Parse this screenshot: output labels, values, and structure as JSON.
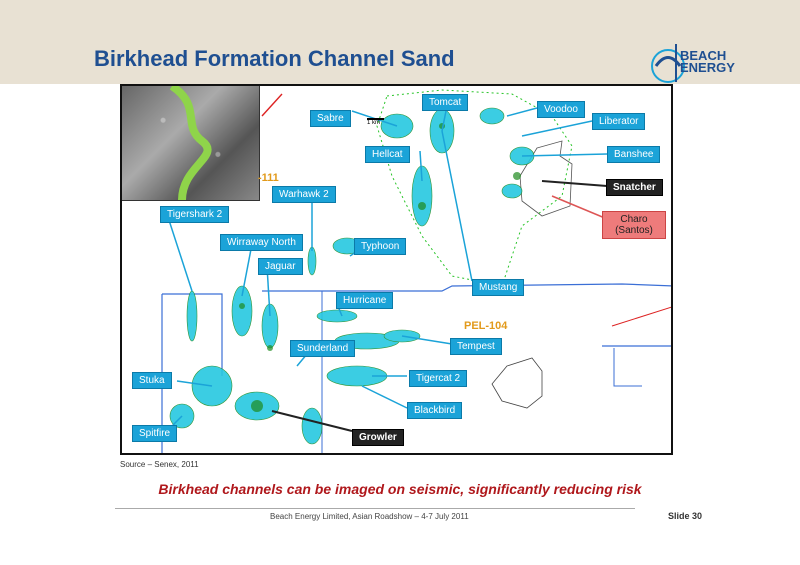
{
  "header": {
    "title": "Birkhead Formation Channel Sand",
    "logo_line1": "BEACH",
    "logo_line2": "ENERGY"
  },
  "map": {
    "labels": [
      {
        "text": "Sabre",
        "kind": "blue"
      },
      {
        "text": "Tomcat",
        "kind": "blue"
      },
      {
        "text": "Voodoo",
        "kind": "blue"
      },
      {
        "text": "Liberator",
        "kind": "blue"
      },
      {
        "text": "Banshee",
        "kind": "blue"
      },
      {
        "text": "Snatcher",
        "kind": "dark"
      },
      {
        "text": "Charo\n(Santos)",
        "kind": "red"
      },
      {
        "text": "Hellcat",
        "kind": "blue"
      },
      {
        "text": "Warhawk 2",
        "kind": "blue"
      },
      {
        "text": "Tigershark 2",
        "kind": "blue"
      },
      {
        "text": "Wirraway North",
        "kind": "blue"
      },
      {
        "text": "Jaguar",
        "kind": "blue"
      },
      {
        "text": "Typhoon",
        "kind": "blue"
      },
      {
        "text": "Mustang",
        "kind": "blue"
      },
      {
        "text": "Hurricane",
        "kind": "blue"
      },
      {
        "text": "Sunderland",
        "kind": "blue"
      },
      {
        "text": "Tempest",
        "kind": "blue"
      },
      {
        "text": "Stuka",
        "kind": "blue"
      },
      {
        "text": "Tigercat 2",
        "kind": "blue"
      },
      {
        "text": "Blackbird",
        "kind": "blue"
      },
      {
        "text": "Spitfire",
        "kind": "blue"
      },
      {
        "text": "Growler",
        "kind": "dark"
      }
    ],
    "pel_label": "PEL-104",
    "pel_partial": "-111",
    "scale_text": "1 km"
  },
  "source": "Source – Senex, 2011",
  "caption": "Birkhead channels can be imaged on seismic, significantly reducing risk",
  "footer": "Beach Energy Limited, Asian Roadshow –  4-7 July 2011",
  "slide": "Slide 30",
  "colors": {
    "title": "#1f4f91",
    "caption": "#b0181c",
    "label_bg": "#1ba3d8",
    "pel": "#e29a1b"
  }
}
